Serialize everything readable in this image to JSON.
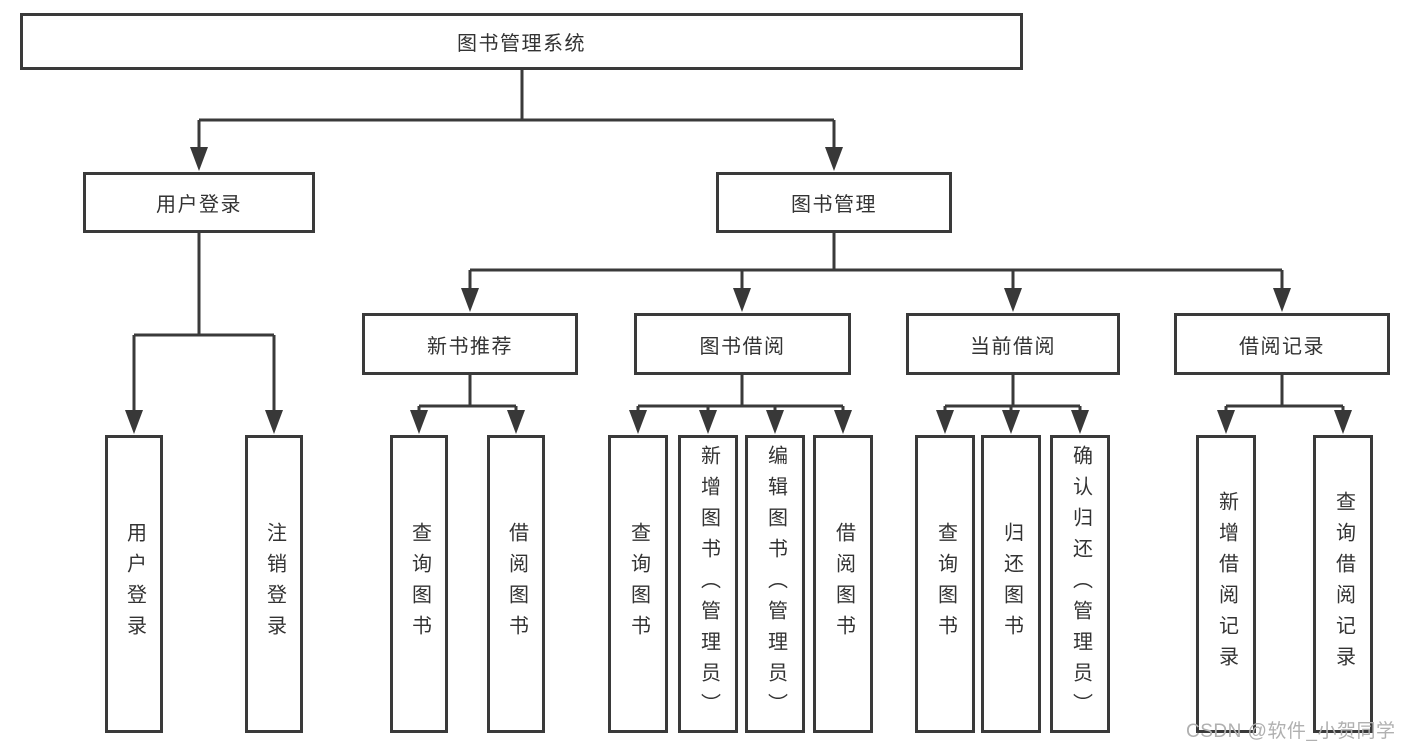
{
  "diagram": {
    "root": {
      "label": "图书管理系统",
      "children": [
        {
          "label": "用户登录",
          "children": [
            {
              "label": "用户登录"
            },
            {
              "label": "注销登录"
            }
          ]
        },
        {
          "label": "图书管理",
          "children": [
            {
              "label": "新书推荐",
              "children": [
                {
                  "label": "查询图书"
                },
                {
                  "label": "借阅图书"
                }
              ]
            },
            {
              "label": "图书借阅",
              "children": [
                {
                  "label": "查询图书"
                },
                {
                  "label": "新增图书（管理员）"
                },
                {
                  "label": "编辑图书（管理员）"
                },
                {
                  "label": "借阅图书"
                }
              ]
            },
            {
              "label": "当前借阅",
              "children": [
                {
                  "label": "查询图书"
                },
                {
                  "label": "归还图书"
                },
                {
                  "label": "确认归还（管理员）"
                }
              ]
            },
            {
              "label": "借阅记录",
              "children": [
                {
                  "label": "新增借阅记录"
                },
                {
                  "label": "查询借阅记录"
                }
              ]
            }
          ]
        }
      ]
    },
    "colors": {
      "line": "#3a3a3a",
      "box_border": "#3a3a3a",
      "text": "#333333",
      "watermark": "#b0b0b0"
    }
  },
  "watermark": {
    "text": "CSDN @软件_小贺同学"
  }
}
